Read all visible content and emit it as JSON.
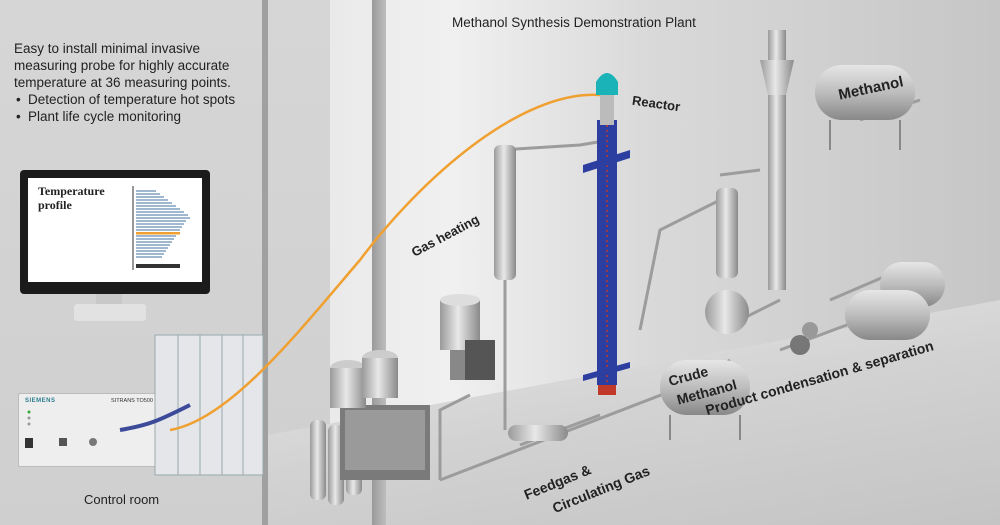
{
  "title": "Methanol Synthesis Demonstration Plant",
  "intro": {
    "lines": [
      "Easy to install minimal invasive",
      "measuring probe for highly accurate",
      "temperature at 36  measuring points."
    ],
    "bullets": [
      "Detection of temperature hot spots",
      "Plant life cycle monitoring"
    ]
  },
  "monitor": {
    "label": "Temperature profile"
  },
  "device": {
    "brand": "SIEMENS",
    "model": "SITRANS TO500"
  },
  "labels": {
    "control_room": "Control room",
    "reactor": "Reactor",
    "gas_heating": "Gas heating",
    "methanol": "Methanol",
    "crude_methanol_1": "Crude",
    "crude_methanol_2": "Methanol",
    "feedgas_1": "Feedgas &",
    "feedgas_2": "Circulating Gas",
    "product": "Product condensation & separation"
  },
  "colors": {
    "fiber": "#f0a030",
    "reactor_tube": "#2c3fa0",
    "reactor_cap": "#19b3b8",
    "accent_bar": "#f0a030"
  }
}
